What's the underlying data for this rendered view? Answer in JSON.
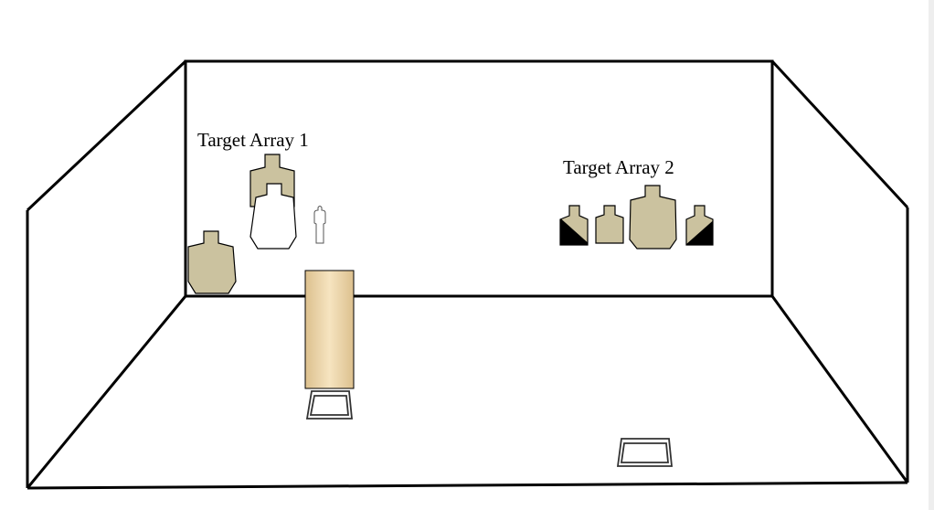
{
  "labels": {
    "target_array_1": "Target Array 1",
    "target_array_2": "Target Array 2"
  },
  "colors": {
    "line": "#000000",
    "target_tan": "#cbc29f",
    "target_white": "#ffffff",
    "target_black": "#000000",
    "barricade_light": "#f6e4c0",
    "barricade_dark": "#dcc08e",
    "background": "#ffffff"
  },
  "icons": {
    "target": "silhouette-target-icon",
    "no_shoot_target": "white-silhouette-target-icon",
    "partial_target": "half-black-target-icon",
    "person": "shooter-figure-icon",
    "barricade": "wooden-barricade",
    "shooting_box": "shooting-box-icon"
  }
}
